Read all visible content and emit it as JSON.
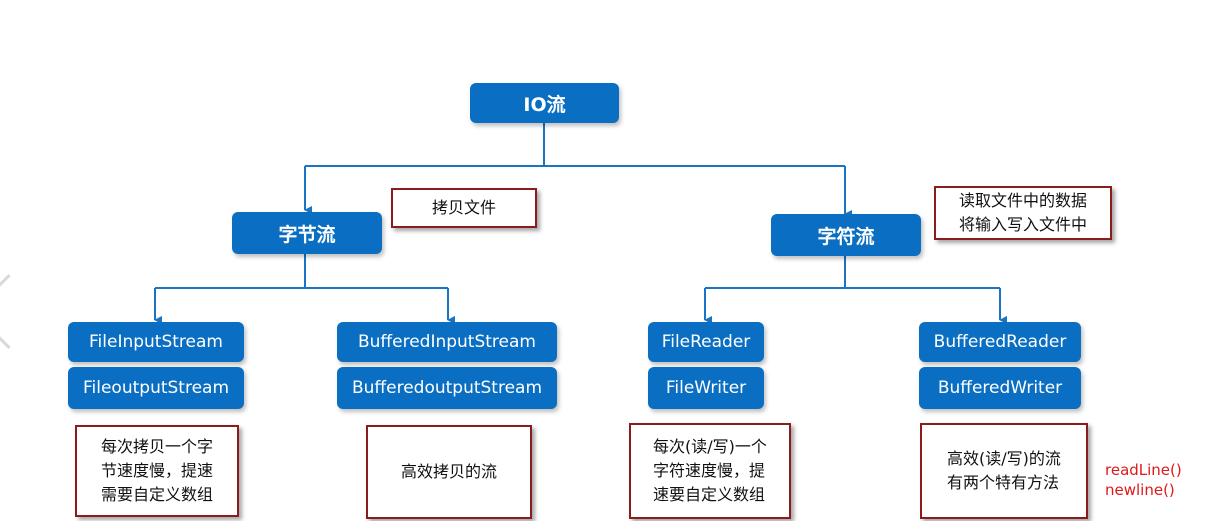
{
  "root": {
    "label": "IO流"
  },
  "branches": [
    {
      "label": "字节流",
      "note": "拷贝文件",
      "groups": [
        {
          "items": [
            "FileInputStream",
            "FileoutputStream"
          ],
          "note": "每次拷贝一个字\n节速度慢，提速\n需要自定义数组"
        },
        {
          "items": [
            "BufferedInputStream",
            "BufferedoutputStream"
          ],
          "note": "高效拷贝的流"
        }
      ]
    },
    {
      "label": "字符流",
      "note": "读取文件中的数据\n将输入写入文件中",
      "groups": [
        {
          "items": [
            "FileReader",
            "FileWriter"
          ],
          "note": "每次(读/写)一个\n字符速度慢，提\n速要自定义数组"
        },
        {
          "items": [
            "BufferedReader",
            "BufferedWriter"
          ],
          "note": "高效(读/写)的流\n有两个特有方法"
        }
      ]
    }
  ],
  "methods": [
    "readLine()",
    "newline()"
  ],
  "colors": {
    "node": "#0a6fc2",
    "line": "#1a74c4",
    "note_border": "#8b1c1c",
    "method_text": "#e01818"
  },
  "icons": {
    "side": "chevron-left-icon"
  }
}
